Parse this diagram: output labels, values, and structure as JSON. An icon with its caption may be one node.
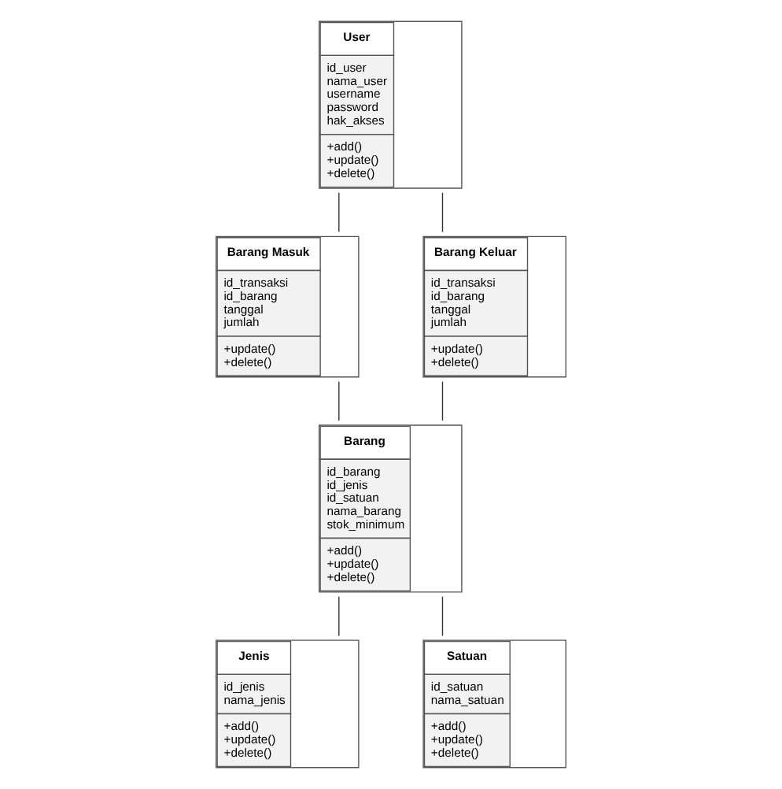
{
  "diagram": {
    "nodes": [
      {
        "text": [
          "User",
          "id_user nama_user username password hak_akses",
          "+add() +update() +delete()"
        ]
      },
      {
        "text": [
          "Barang Masuk",
          "id_transaksi id_barang tanggal jumlah",
          "+update() +delete()"
        ]
      },
      {
        "text": [
          "Barang Keluar",
          "id_transaksi id_barang tanggal jumlah",
          "+update() +delete()"
        ]
      },
      {
        "text": [
          "Barang",
          "id_barang id_jenis id_satuan nama_barang stok_minimum",
          "+add() +update() +delete()"
        ]
      },
      {
        "text": [
          "Jenis",
          "id_jenis nama_jenis",
          "+add() +update() +delete()"
        ]
      },
      {
        "text": [
          "Satuan",
          "id_satuan nama_satuan",
          "+add() +update() +delete()"
        ]
      }
    ],
    "edges": [
      {
        "from": 0,
        "to": 1,
        "arrow": "none"
      },
      {
        "from": 0,
        "to": 2,
        "arrow": "none"
      },
      {
        "from": 1,
        "to": 3,
        "arrow": "none"
      },
      {
        "from": 2,
        "to": 3,
        "arrow": "none"
      },
      {
        "from": 3,
        "to": 4,
        "arrow": "none"
      },
      {
        "from": 3,
        "to": 5,
        "arrow": "none"
      }
    ]
  }
}
